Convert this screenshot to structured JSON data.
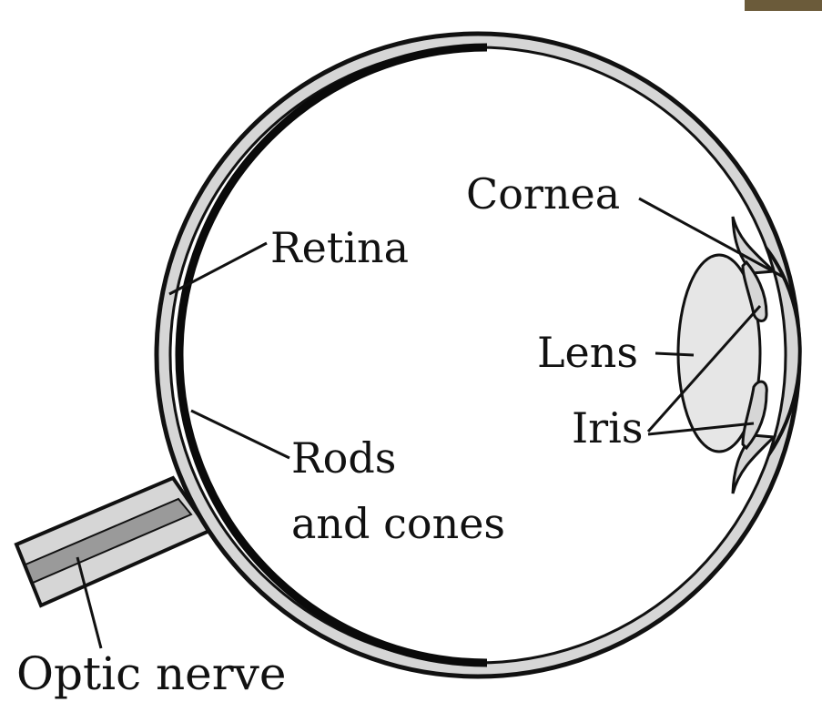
{
  "labels": {
    "cornea": "Cornea",
    "retina": "Retina",
    "lens": "Lens",
    "iris": "Iris",
    "rods_and_cones_line1": "Rods",
    "rods_and_cones_line2": "and cones",
    "optic_nerve": "Optic nerve"
  },
  "colors": {
    "outline": "#111111",
    "sclera_fill": "#d6d6d6",
    "nerve_core": "#9a9a9a",
    "lens_fill": "#e6e6e6",
    "retina": "#0a0a0a",
    "corner_tab": "#6b5b3a"
  }
}
